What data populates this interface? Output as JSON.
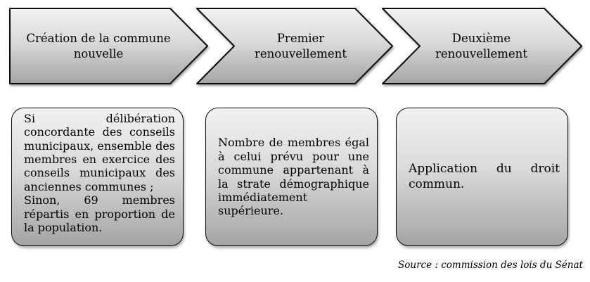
{
  "diagram": {
    "chevrons": [
      {
        "label": "Création de la commune nouvelle"
      },
      {
        "label": "Premier renouvellement"
      },
      {
        "label": "Deuxième renouvellement"
      }
    ],
    "boxes": [
      {
        "paragraphs": [
          "Si délibération concordante des conseils municipaux, ensemble des membres en exercice des conseils municipaux des anciennes communes ;",
          "Sinon, 69 membres répartis en proportion de la population."
        ]
      },
      {
        "paragraphs": [
          "Nombre de membres égal à celui prévu pour une commune appartenant à la strate démographique immédiatement supérieure."
        ]
      },
      {
        "paragraphs": [
          "Application du droit commun."
        ]
      }
    ],
    "source": "Source : commission des lois du Sénat",
    "colors": {
      "shape_gradient_top": "#f2f2f2",
      "shape_gradient_mid": "#d9d9d9",
      "shape_gradient_bottom": "#a4a4a4",
      "border": "#0a0a0a",
      "text": "#000000",
      "background": "#ffffff"
    }
  }
}
